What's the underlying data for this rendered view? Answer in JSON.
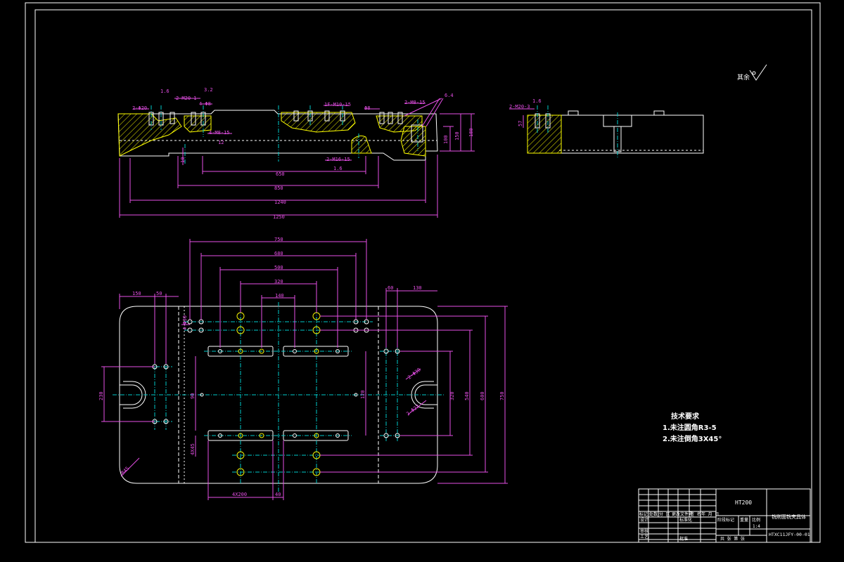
{
  "colors": {
    "background": "#000000",
    "outline": "#ffffff",
    "dimension": "#e64fe6",
    "centerline": "#00c8c8",
    "hole_highlight": "#f0f000",
    "hatch": "#ffff00"
  },
  "roughness_label": "其余",
  "front_view": {
    "dims_overall": [
      "650",
      "850",
      "1240",
      "1250"
    ],
    "dims_height": [
      "100",
      "150",
      "180",
      "10"
    ],
    "callouts": [
      "2-Φ20",
      "2-M20-1",
      "4-Φ8",
      "4-M8-15",
      "1F-M10-15",
      "2-M8-15",
      "2-M16-15",
      "Φ8",
      "1.6",
      "3.2",
      "6.4",
      "12",
      "1.6"
    ]
  },
  "side_view": {
    "callouts": [
      "2-M20-3",
      "1.6",
      "57"
    ]
  },
  "top_view": {
    "dims_top": [
      "750",
      "680",
      "500",
      "320",
      "140"
    ],
    "dims_left": [
      "150",
      "50"
    ],
    "dims_right_top": [
      "60",
      "130"
    ],
    "dims_vertical": [
      "750",
      "600",
      "540",
      "320",
      "230",
      "90",
      "120"
    ],
    "dims_bottom": [
      "4X200",
      "40"
    ],
    "callouts": [
      "4-Φ30",
      "2-Φ30",
      "2-Φ22",
      "4X45",
      "R45"
    ]
  },
  "technical_requirements": {
    "title": "技术要求",
    "items": [
      "1.未注圆角R3-5",
      "2.未注倒角3X45°"
    ]
  },
  "title_block": {
    "material": "HT200",
    "drawing_title": "铣削面铣夹具体",
    "drawing_number": "HTXC11JFY-00-01",
    "header_cells": [
      "标记",
      "处数",
      "分 区",
      "更改文件号",
      "签 名",
      "年 月 日"
    ],
    "row_labels": [
      "设计",
      "审核",
      "工艺"
    ],
    "other_cells": [
      "标准化",
      "阶段标记",
      "重量",
      "比例",
      "1:4",
      "共 张 第 张",
      "批准"
    ]
  }
}
